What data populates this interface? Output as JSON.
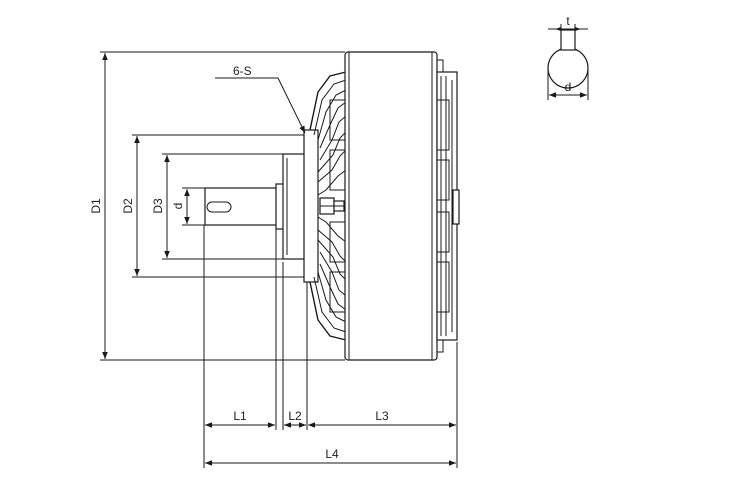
{
  "labels": {
    "callout_6s": "6-S",
    "d1": "D1",
    "d2": "D2",
    "d3": "D3",
    "d_left": "d",
    "l1": "L1",
    "l2": "L2",
    "l3": "L3",
    "l4": "L4",
    "t": "t",
    "d_detail": "d"
  },
  "colors": {
    "line": "#1a1a1a",
    "text": "#222222",
    "background": "#ffffff"
  }
}
